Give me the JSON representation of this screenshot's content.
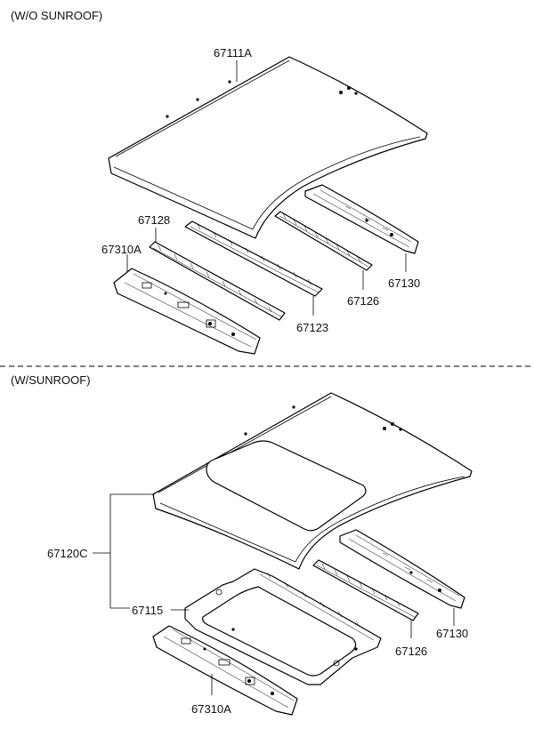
{
  "sections": [
    {
      "label": "(W/O SUNROOF)"
    },
    {
      "label": "(W/SUNROOF)"
    }
  ],
  "parts": {
    "top": {
      "roof_panel": "67111A",
      "rail_128": "67128",
      "rail_310": "67310A",
      "rail_123": "67123",
      "rail_126": "67126",
      "rail_130": "67130"
    },
    "bottom": {
      "roof_assy": "67120C",
      "frame_115": "67115",
      "rail_126": "67126",
      "rail_130": "67130",
      "rail_310": "67310A"
    }
  },
  "colors": {
    "line": "#000000",
    "background": "#ffffff"
  }
}
